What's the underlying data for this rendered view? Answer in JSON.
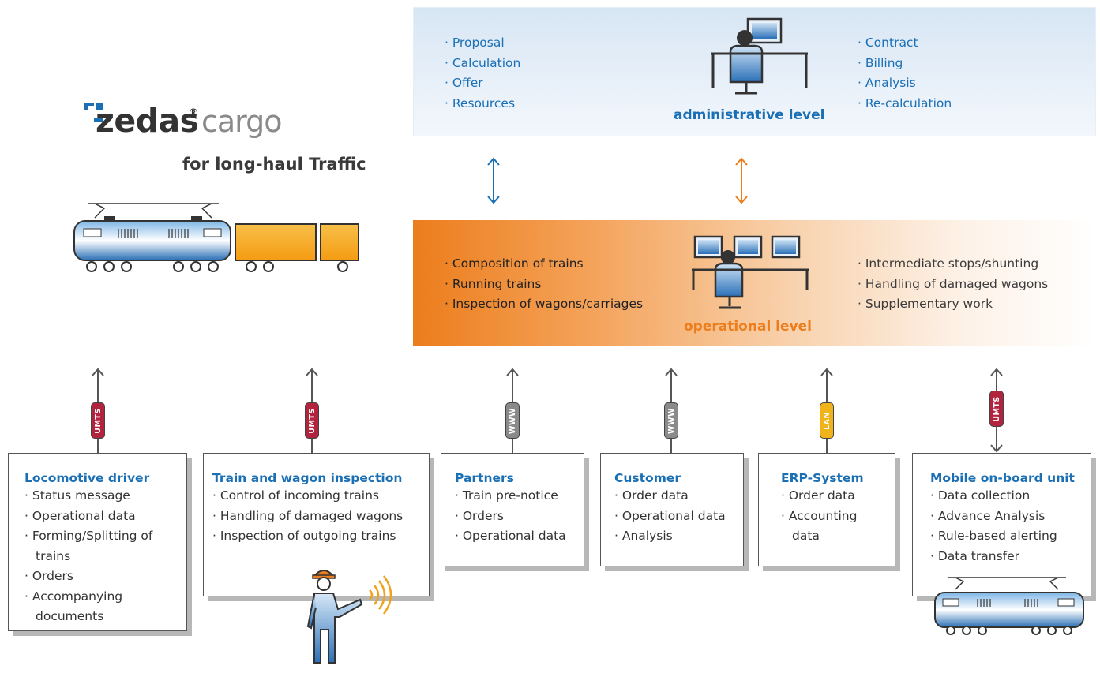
{
  "logo": {
    "brand": "zedas",
    "product": "cargo",
    "registered": "®",
    "subtitle": "for long-haul Traffic"
  },
  "admin": {
    "left_items": [
      "Proposal",
      "Calculation",
      "Offer",
      "Resources"
    ],
    "right_items": [
      "Contract",
      "Billing",
      "Analysis",
      "Re-calculation"
    ],
    "title": "administrative level"
  },
  "ops": {
    "left_items": [
      "Composition of trains",
      "Running trains",
      "Inspection of wagons/carriages"
    ],
    "right_items": [
      "Intermediate stops/shunting",
      "Handling of damaged wagons",
      "Supplementary work"
    ],
    "title": "operational level"
  },
  "connectors": [
    {
      "tag": "UMTS",
      "color": "#b2243d"
    },
    {
      "tag": "UMTS",
      "color": "#b2243d"
    },
    {
      "tag": "WWW",
      "color": "#8a8a8a"
    },
    {
      "tag": "WWW",
      "color": "#8a8a8a"
    },
    {
      "tag": "LAN",
      "color": "#f0b31a"
    },
    {
      "tag": "UMTS",
      "color": "#b2243d"
    }
  ],
  "boxes": [
    {
      "title": "Locomotive driver",
      "items": [
        "Status message",
        "Operational data",
        "Forming/Splitting of trains",
        "Orders",
        "Accompanying documents"
      ]
    },
    {
      "title": "Train and wagon inspection",
      "items": [
        "Control of incoming trains",
        "Handling of damaged wagons",
        "Inspection of outgoing trains"
      ]
    },
    {
      "title": "Partners",
      "items": [
        "Train pre-notice",
        "Orders",
        "Operational data"
      ]
    },
    {
      "title": "Customer",
      "items": [
        "Order data",
        "Operational data",
        "Analysis"
      ]
    },
    {
      "title": "ERP-System",
      "items": [
        "Order data",
        "Accounting data"
      ]
    },
    {
      "title": "Mobile on-board unit",
      "items": [
        "Data collection",
        "Advance Analysis",
        "Rule-based alerting",
        "Data transfer"
      ]
    }
  ],
  "colors": {
    "blue": "#1a6fb5",
    "orange": "#ec7d1c",
    "umts": "#b2243d",
    "www": "#8a8a8a",
    "lan": "#f0b31a"
  }
}
